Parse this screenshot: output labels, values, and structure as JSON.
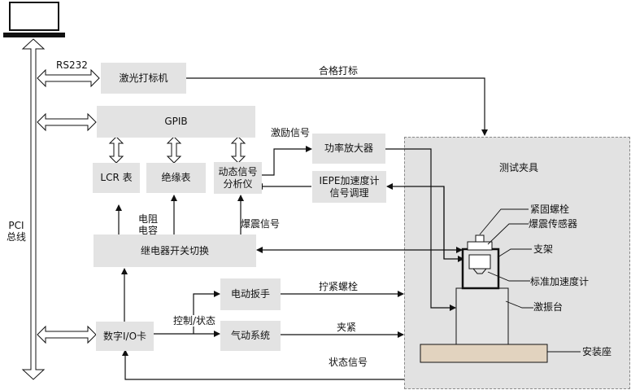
{
  "pci_bus": {
    "line1": "PCI",
    "line2": "总线"
  },
  "interfaces": {
    "rs232": "RS232"
  },
  "boxes": {
    "laser": "激光打标机",
    "gpib": "GPIB",
    "lcr": "LCR 表",
    "insulation": "绝缘表",
    "dsa_line1": "动态信号",
    "dsa_line2": "分析仪",
    "amp": "功率放大器",
    "iepe_line1": "IEPE加速度计",
    "iepe_line2": "信号调理",
    "relay": "继电器开关切换",
    "dio": "数字I/O卡",
    "wrench": "电动扳手",
    "pneumatic": "气动系统"
  },
  "fixture": {
    "title": "测试夹具",
    "bolt": "紧固螺栓",
    "sensor": "爆震传感器",
    "bracket": "支架",
    "ref_accel": "标准加速度计",
    "shaker": "激振台",
    "mount": "安装座"
  },
  "signals": {
    "pass_mark": "合格打标",
    "excitation": "激励信号",
    "res_line1": "电阻",
    "res_line2": "电容",
    "knock": "爆震信号",
    "tighten": "拧紧螺栓",
    "control": "控制/状态",
    "clamp": "夹紧",
    "status": "状态信号"
  }
}
